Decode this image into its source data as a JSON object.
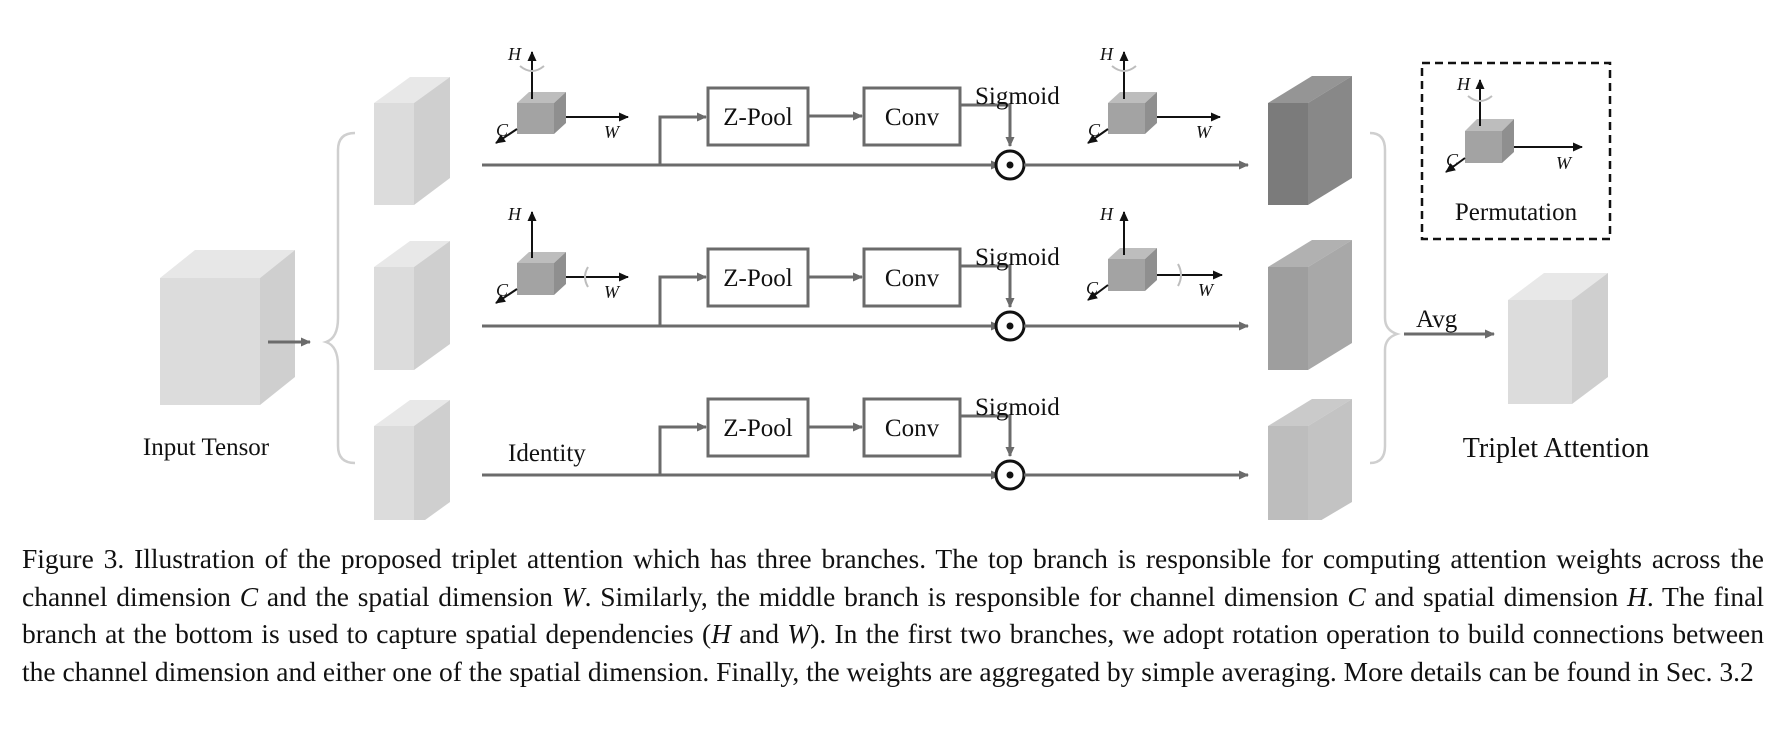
{
  "diagram": {
    "input_label": "Input Tensor",
    "output_label": "Triplet Attention",
    "avg_label": "Avg",
    "permutation_label": "Permutation",
    "identity_label": "Identity",
    "axis": {
      "h": "H",
      "c": "C",
      "w": "W"
    },
    "odot_symbol": "⊙",
    "branches": [
      {
        "zpool": "Z-Pool",
        "conv": "Conv",
        "sigmoid": "Sigmoid",
        "output_shade": "#7b7b7b"
      },
      {
        "zpool": "Z-Pool",
        "conv": "Conv",
        "sigmoid": "Sigmoid",
        "output_shade": "#9e9e9e"
      },
      {
        "zpool": "Z-Pool",
        "conv": "Conv",
        "sigmoid": "Sigmoid",
        "output_shade": "#bdbdbd"
      }
    ],
    "colors": {
      "arrow": "#6b6b6b",
      "light_cube": "#dcdcdc",
      "mid_cube": "#a3a3a3"
    }
  },
  "caption": {
    "p1": "Figure 3. Illustration of the proposed triplet attention which has three branches. The top branch is responsible for computing attention weights across the channel dimension ",
    "m1": "C",
    "p2": " and the spatial dimension ",
    "m2": "W",
    "p3": ". Similarly, the middle branch is responsible for channel dimension ",
    "m3": "C",
    "p4": " and spatial dimension ",
    "m4": "H",
    "p5": ". The final branch at the bottom is used to capture spatial dependencies (",
    "m5": "H",
    "p6": " and ",
    "m6": "W",
    "p7": "). In the first two branches, we adopt rotation operation to build connections between the channel dimension and either one of the spatial dimension. Finally, the weights are aggregated by simple averaging. More details can be found in Sec. 3.2"
  }
}
